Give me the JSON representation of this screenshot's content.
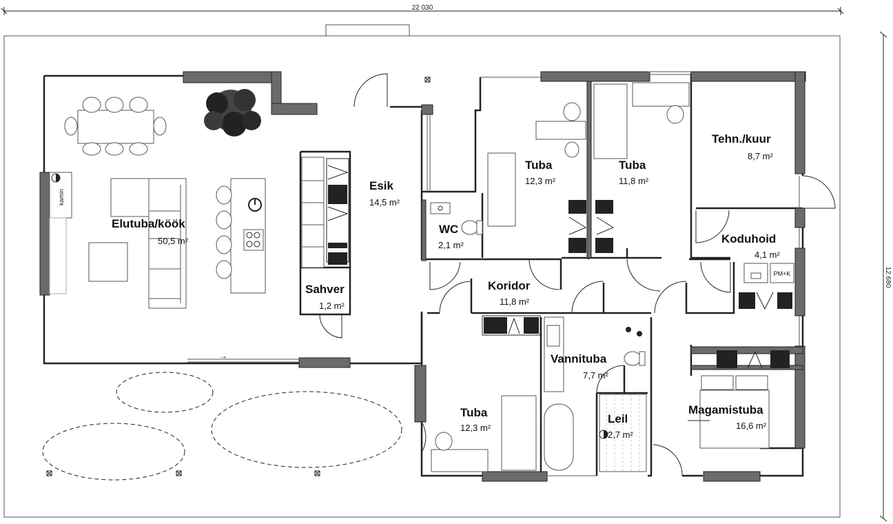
{
  "dimensions": {
    "width": "22 030",
    "height": "12 680"
  },
  "rooms": [
    {
      "name": "Elutuba/köök",
      "area": "50,5 m²"
    },
    {
      "name": "Esik",
      "area": "14,5 m²"
    },
    {
      "name": "Sahver",
      "area": "1,2 m²"
    },
    {
      "name": "WC",
      "area": "2,1 m²"
    },
    {
      "name": "Tuba",
      "area": "12,3 m²"
    },
    {
      "name": "Tuba",
      "area": "11,8 m²"
    },
    {
      "name": "Tehn./kuur",
      "area": "8,7 m²"
    },
    {
      "name": "Koduhoid",
      "area": "4,1 m²"
    },
    {
      "name": "Koridor",
      "area": "11,8 m²"
    },
    {
      "name": "Vannituba",
      "area": "7,7 m²"
    },
    {
      "name": "Leil",
      "area": "2,7 m²"
    },
    {
      "name": "Tuba",
      "area": "12,3 m²"
    },
    {
      "name": "Magamistuba",
      "area": "16,6 m²"
    }
  ],
  "labels": {
    "fireplace": "kamin",
    "laundry": "PM+K",
    "arrow": "→"
  }
}
